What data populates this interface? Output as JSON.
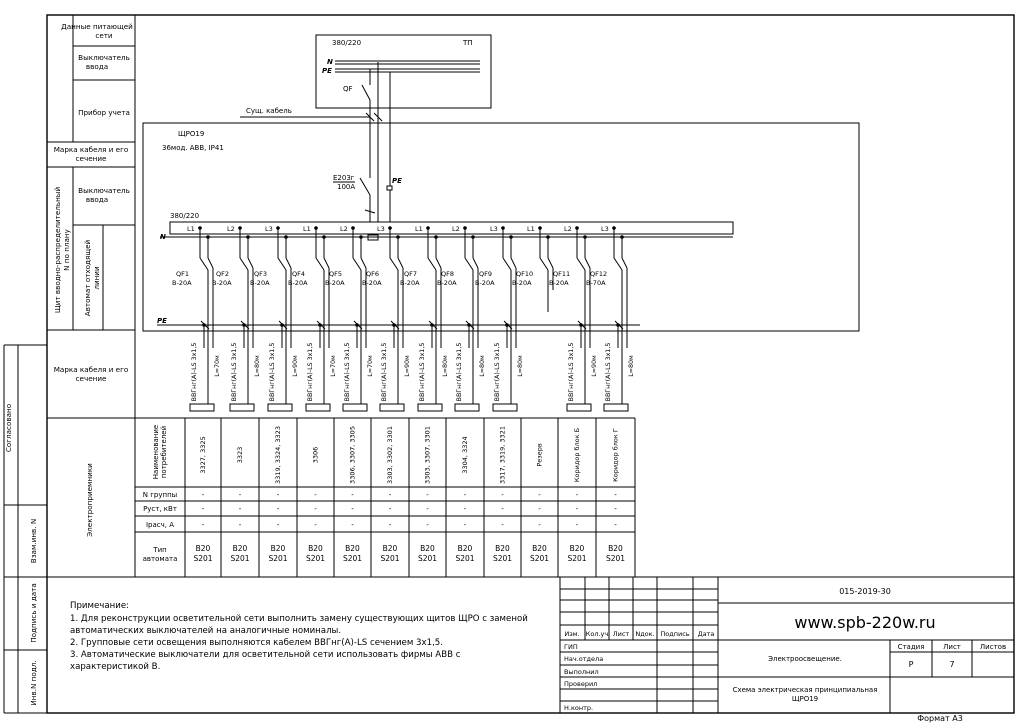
{
  "left_column": {
    "supply_data": "Данные питающей сети",
    "input_switch": "Выключатель ввода",
    "meter": "Прибор учета",
    "cable_mark": "Марка кабеля и его сечение",
    "panel_vertical": "Щит вводно-распределительный N по плану",
    "input_switch2": "Выключатель ввода",
    "outgoing": "Автомат отходящей линии",
    "cable_mark2": "Марка кабеля и его сечение",
    "consumers": "Электроприемники"
  },
  "side_stamp": {
    "agreed": "Согласовано",
    "replaced_inv": "Взам.инв. N",
    "sign_date": "Подпись и дата",
    "inv_orig": "Инв.N подл."
  },
  "tp": {
    "voltage": "380/220",
    "label": "ТП",
    "n": "N",
    "pe": "PE",
    "qf": "QF",
    "existing_cable": "Сущ. кабель"
  },
  "panel": {
    "name": "ЩРО19",
    "desc": "36мод. АВВ, IP41",
    "main_breaker": "Е203г",
    "main_rating": "100А",
    "pe": "PE",
    "bus_voltage": "380/220",
    "n": "N",
    "pe_bus": "PE"
  },
  "groups": [
    {
      "phase": "L1",
      "qf": "QF1",
      "rating": "В-20А",
      "cable": "ВВГнг(А)-LS 3х1,5",
      "length": "L=70м",
      "consumer": "3327, 3325",
      "n": "-",
      "p": "-",
      "i": "-",
      "type1": "В20",
      "type2": "S201"
    },
    {
      "phase": "L2",
      "qf": "QF2",
      "rating": "В-20А",
      "cable": "ВВГнг(А)-LS 3х1,5",
      "length": "L=80м",
      "consumer": "3323",
      "n": "-",
      "p": "-",
      "i": "-",
      "type1": "В20",
      "type2": "S201"
    },
    {
      "phase": "L3",
      "qf": "QF3",
      "rating": "В-20А",
      "cable": "ВВГнг(А)-LS 3х1,5",
      "length": "L=90м",
      "consumer": "3319, 3324, 3323",
      "n": "-",
      "p": "-",
      "i": "-",
      "type1": "В20",
      "type2": "S201"
    },
    {
      "phase": "L1",
      "qf": "QF4",
      "rating": "В-20А",
      "cable": "ВВГнг(А)-LS 3х1,5",
      "length": "L=70м",
      "consumer": "3306",
      "n": "-",
      "p": "-",
      "i": "-",
      "type1": "В20",
      "type2": "S201"
    },
    {
      "phase": "L2",
      "qf": "QF5",
      "rating": "В-20А",
      "cable": "ВВГнг(А)-LS 3х1,5",
      "length": "L=70м",
      "consumer": "3306, 3307, 3305",
      "n": "-",
      "p": "-",
      "i": "-",
      "type1": "В20",
      "type2": "S201"
    },
    {
      "phase": "L3",
      "qf": "QF6",
      "rating": "В-20А",
      "cable": "ВВГнг(А)-LS 3х1,5",
      "length": "L=90м",
      "consumer": "3303, 3302, 3301",
      "n": "-",
      "p": "-",
      "i": "-",
      "type1": "В20",
      "type2": "S201"
    },
    {
      "phase": "L1",
      "qf": "QF7",
      "rating": "В-20А",
      "cable": "ВВГнг(А)-LS 3х1,5",
      "length": "L=80м",
      "consumer": "3303, 3307, 3301",
      "n": "-",
      "p": "-",
      "i": "-",
      "type1": "В20",
      "type2": "S201"
    },
    {
      "phase": "L2",
      "qf": "QF8",
      "rating": "В-20А",
      "cable": "ВВГнг(А)-LS 3х1,5",
      "length": "L=80м",
      "consumer": "3304, 3324",
      "n": "-",
      "p": "-",
      "i": "-",
      "type1": "В20",
      "type2": "S201"
    },
    {
      "phase": "L3",
      "qf": "QF9",
      "rating": "В-20А",
      "cable": "ВВГнг(А)-LS 3х1,5",
      "length": "L=80м",
      "consumer": "3317, 3319, 3321",
      "n": "-",
      "p": "-",
      "i": "-",
      "type1": "В20",
      "type2": "S201"
    },
    {
      "phase": "L1",
      "qf": "QF10",
      "rating": "В-20А",
      "cable": "",
      "length": "",
      "consumer": "Резерв",
      "n": "-",
      "p": "-",
      "i": "-",
      "type1": "В20",
      "type2": "S201"
    },
    {
      "phase": "L2",
      "qf": "QF11",
      "rating": "В-20А",
      "cable": "ВВГнг(А)-LS 3х1,5",
      "length": "L=90м",
      "consumer": "Коридор блок Б",
      "n": "-",
      "p": "-",
      "i": "-",
      "type1": "В20",
      "type2": "S201"
    },
    {
      "phase": "L3",
      "qf": "QF12",
      "rating": "В-70А",
      "cable": "ВВГнг(А)-LS 3х1,5",
      "length": "L=80м",
      "consumer": "Коридор блок Г",
      "n": "-",
      "p": "-",
      "i": "-",
      "type1": "В20",
      "type2": "S201"
    }
  ],
  "table_rows": {
    "consumer": "Наименование потребителей",
    "n_group": "N группы",
    "p_inst": "Руст, кВт",
    "i_calc": "Iрасч, А",
    "type": "Тип автомата"
  },
  "notes": {
    "title": "Примечание:",
    "lines": [
      "1. Для реконструкции осветительной сети выполнить замену существующих щитов ЩРО с заменой",
      "автоматических выключателей на аналогичные номиналы.",
      "2. Групповые сети освещения выполняются кабелем ВВГнг(А)-LS сечением 3х1,5.",
      "3. Автоматические выключатели для осветительной сети использовать фирмы АВВ с",
      "характеристикой В."
    ]
  },
  "title_block": {
    "code": "015-2019-30",
    "website": "www.spb-220w.ru",
    "col_headers": [
      "Изм.",
      "Кол.уч",
      "Лист",
      "Nдок.",
      "Подпись",
      "Дата"
    ],
    "roles": [
      "ГИП",
      "Нач.отдела",
      "Выполнил",
      "Проверил",
      "",
      "Н.контр."
    ],
    "section": "Электроосвещение.",
    "stage_h": "Стадия",
    "sheet_h": "Лист",
    "sheets_h": "Листов",
    "stage": "Р",
    "sheet": "7",
    "sheets": "",
    "drawing_title_1": "Схема электрическая принципиальная",
    "drawing_title_2": "ЩРО19",
    "format": "Формат А3"
  }
}
